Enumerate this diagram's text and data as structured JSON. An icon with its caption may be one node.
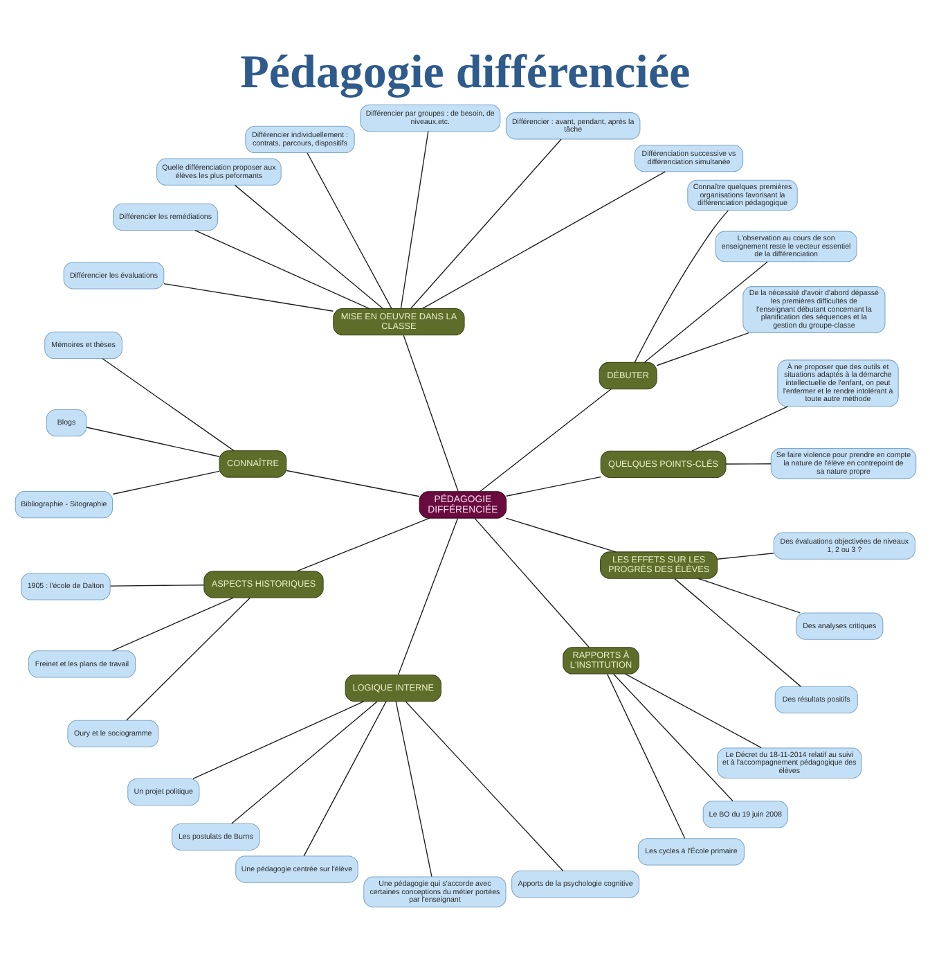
{
  "diagram": {
    "title": "Pédagogie différenciée",
    "nodes": [
      {
        "text": [
          "PÉDAGOGIE DIFFÉRENCIÉE"
        ]
      },
      {
        "text": [
          "QUELQUES POINTS-CLÉS"
        ]
      },
      {
        "text": [
          "Se faire violence pour prendre en compte la nature de l'élève en contrepoint de sa nature propre"
        ]
      },
      {
        "text": [
          "À ne proposer que des outils et situations adaptés à la démarche intellectuelle de l'enfant, on peut l'enfermer et le rendre intolérant à toute autre méthode"
        ]
      },
      {
        "text": [
          "DÉBUTER"
        ]
      },
      {
        "text": [
          "De la nécessité d'avoir d'abord dépassé les premières difficultés de l'enseignant débutant concernant la planification des séquences et la gestion du groupe-classe"
        ]
      },
      {
        "text": [
          "L'observation au cours de son enseignement reste le vecteur essentiel de la différenciation"
        ]
      },
      {
        "text": [
          "Connaître quelques premières organisations favorisant la différenciation pédagogique"
        ]
      },
      {
        "text": [
          "MISE EN OEUVRE DANS LA CLASSE"
        ]
      },
      {
        "text": [
          "Différenciation successive vs différenciation simultanée"
        ]
      },
      {
        "text": [
          "Différencier : avant, pendant, après la tâche"
        ]
      },
      {
        "text": [
          "Différencier par groupes : de besoin, de niveaux,etc."
        ]
      },
      {
        "text": [
          "Différencier individuellement : contrats, parcours, dispositifs"
        ]
      },
      {
        "text": [
          "Quelle différenciation proposer aux élèves les plus peformants"
        ]
      },
      {
        "text": [
          "Différencier les remédiations"
        ]
      },
      {
        "text": [
          "Différencier les évaluations"
        ]
      },
      {
        "text": [
          "CONNAÎTRE"
        ]
      },
      {
        "text": [
          "Mémoires et thèses"
        ]
      },
      {
        "text": [
          "Blogs"
        ]
      },
      {
        "text": [
          "Bibliographie - Sitographie"
        ]
      },
      {
        "text": [
          "ASPECTS HISTORIQUES"
        ]
      },
      {
        "text": [
          "1905 : l'école de Dalton"
        ]
      },
      {
        "text": [
          "Freinet et les plans de travail"
        ]
      },
      {
        "text": [
          "Oury et le sociogramme"
        ]
      },
      {
        "text": [
          "LOGIQUE INTERNE"
        ]
      },
      {
        "text": [
          "Un projet politique"
        ]
      },
      {
        "text": [
          "Les postulats de Burns"
        ]
      },
      {
        "text": [
          "Une pédagogie centrée sur l'élève"
        ]
      },
      {
        "text": [
          "Une pédagogie qui s'accorde avec certaines conceptions du métier portées par l'enseignant"
        ]
      },
      {
        "text": [
          "Apports de la psychologie cognitive"
        ]
      },
      {
        "text": [
          "RAPPORTS À L'INSTITUTION"
        ]
      },
      {
        "text": [
          "Les cycles à l'École primaire"
        ]
      },
      {
        "text": [
          "Le BO du 19 juin 2008"
        ]
      },
      {
        "text": [
          "Le Décret du 18-11-2014 relatif au suivi et à l'accompagnement pédagogique des élèves"
        ]
      },
      {
        "text": [
          "LES EFFETS SUR LES PROGRÈS DES ÉLÈVES"
        ]
      },
      {
        "text": [
          "Des résultats positifs"
        ]
      },
      {
        "text": [
          "Des analyses critiques"
        ]
      },
      {
        "text": [
          "Des évaluations objectivées de niveaux 1, 2 ou 3 ?"
        ]
      }
    ],
    "edges": [
      {
        "from": 0,
        "to": 1,
        "arrow": "none"
      },
      {
        "from": 1,
        "to": 2,
        "arrow": "none"
      },
      {
        "from": 1,
        "to": 3,
        "arrow": "none"
      },
      {
        "from": 0,
        "to": 4,
        "arrow": "none"
      },
      {
        "from": 4,
        "to": 5,
        "arrow": "none"
      },
      {
        "from": 4,
        "to": 6,
        "arrow": "none"
      },
      {
        "from": 4,
        "to": 7,
        "arrow": "none"
      },
      {
        "from": 0,
        "to": 8,
        "arrow": "none"
      },
      {
        "from": 8,
        "to": 9,
        "arrow": "none"
      },
      {
        "from": 8,
        "to": 10,
        "arrow": "none"
      },
      {
        "from": 8,
        "to": 11,
        "arrow": "none"
      },
      {
        "from": 8,
        "to": 12,
        "arrow": "none"
      },
      {
        "from": 8,
        "to": 13,
        "arrow": "none"
      },
      {
        "from": 8,
        "to": 14,
        "arrow": "none"
      },
      {
        "from": 8,
        "to": 15,
        "arrow": "none"
      },
      {
        "from": 0,
        "to": 16,
        "arrow": "none"
      },
      {
        "from": 16,
        "to": 17,
        "arrow": "none"
      },
      {
        "from": 16,
        "to": 18,
        "arrow": "none"
      },
      {
        "from": 16,
        "to": 19,
        "arrow": "none"
      },
      {
        "from": 0,
        "to": 20,
        "arrow": "none"
      },
      {
        "from": 20,
        "to": 21,
        "arrow": "none"
      },
      {
        "from": 20,
        "to": 22,
        "arrow": "none"
      },
      {
        "from": 20,
        "to": 23,
        "arrow": "none"
      },
      {
        "from": 0,
        "to": 24,
        "arrow": "none"
      },
      {
        "from": 24,
        "to": 25,
        "arrow": "none"
      },
      {
        "from": 24,
        "to": 26,
        "arrow": "none"
      },
      {
        "from": 24,
        "to": 27,
        "arrow": "none"
      },
      {
        "from": 24,
        "to": 28,
        "arrow": "none"
      },
      {
        "from": 24,
        "to": 29,
        "arrow": "none"
      },
      {
        "from": 0,
        "to": 30,
        "arrow": "none"
      },
      {
        "from": 30,
        "to": 31,
        "arrow": "none"
      },
      {
        "from": 30,
        "to": 32,
        "arrow": "none"
      },
      {
        "from": 30,
        "to": 33,
        "arrow": "none"
      },
      {
        "from": 0,
        "to": 34,
        "arrow": "none"
      },
      {
        "from": 34,
        "to": 35,
        "arrow": "none"
      },
      {
        "from": 34,
        "to": 36,
        "arrow": "none"
      },
      {
        "from": 34,
        "to": 37,
        "arrow": "none"
      }
    ]
  }
}
